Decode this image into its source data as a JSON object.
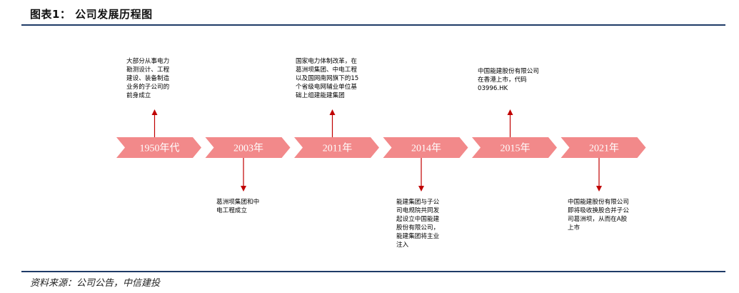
{
  "figure_title": "图表1： 公司发展历程图",
  "source": "资料来源：公司公告，中信建投",
  "colors": {
    "ribbon": "#f2898a",
    "arrow": "#c00000",
    "rule": "#1f3b67"
  },
  "milestones": [
    {
      "year": "1950年代",
      "position": "above",
      "text": "大部分从事电力\n勘测设计、工程\n建设、装备制造\n业务的子公司的\n前身成立"
    },
    {
      "year": "2003年",
      "position": "below",
      "text": "葛洲坝集团和中\n电工程成立"
    },
    {
      "year": "2011年",
      "position": "above",
      "text": "国家电力体制改革，在\n葛洲坝集团、中电工程\n以及国网南网旗下的15\n个省级电网辅业单位基\n础上组建能建集团"
    },
    {
      "year": "2014年",
      "position": "below",
      "text": "能建集团与子公\n司电规院共同发\n起设立中国能建\n股份有限公司，\n能建集团将主业\n注入"
    },
    {
      "year": "2015年",
      "position": "above",
      "text": "中国能建股份有限公司\n在香港上市，代码\n03996.HK"
    },
    {
      "year": "2021年",
      "position": "below",
      "text": "中国能建股份有限公司\n即将吸收换股合并子公\n司葛洲坝，从而在A股\n上市"
    }
  ]
}
